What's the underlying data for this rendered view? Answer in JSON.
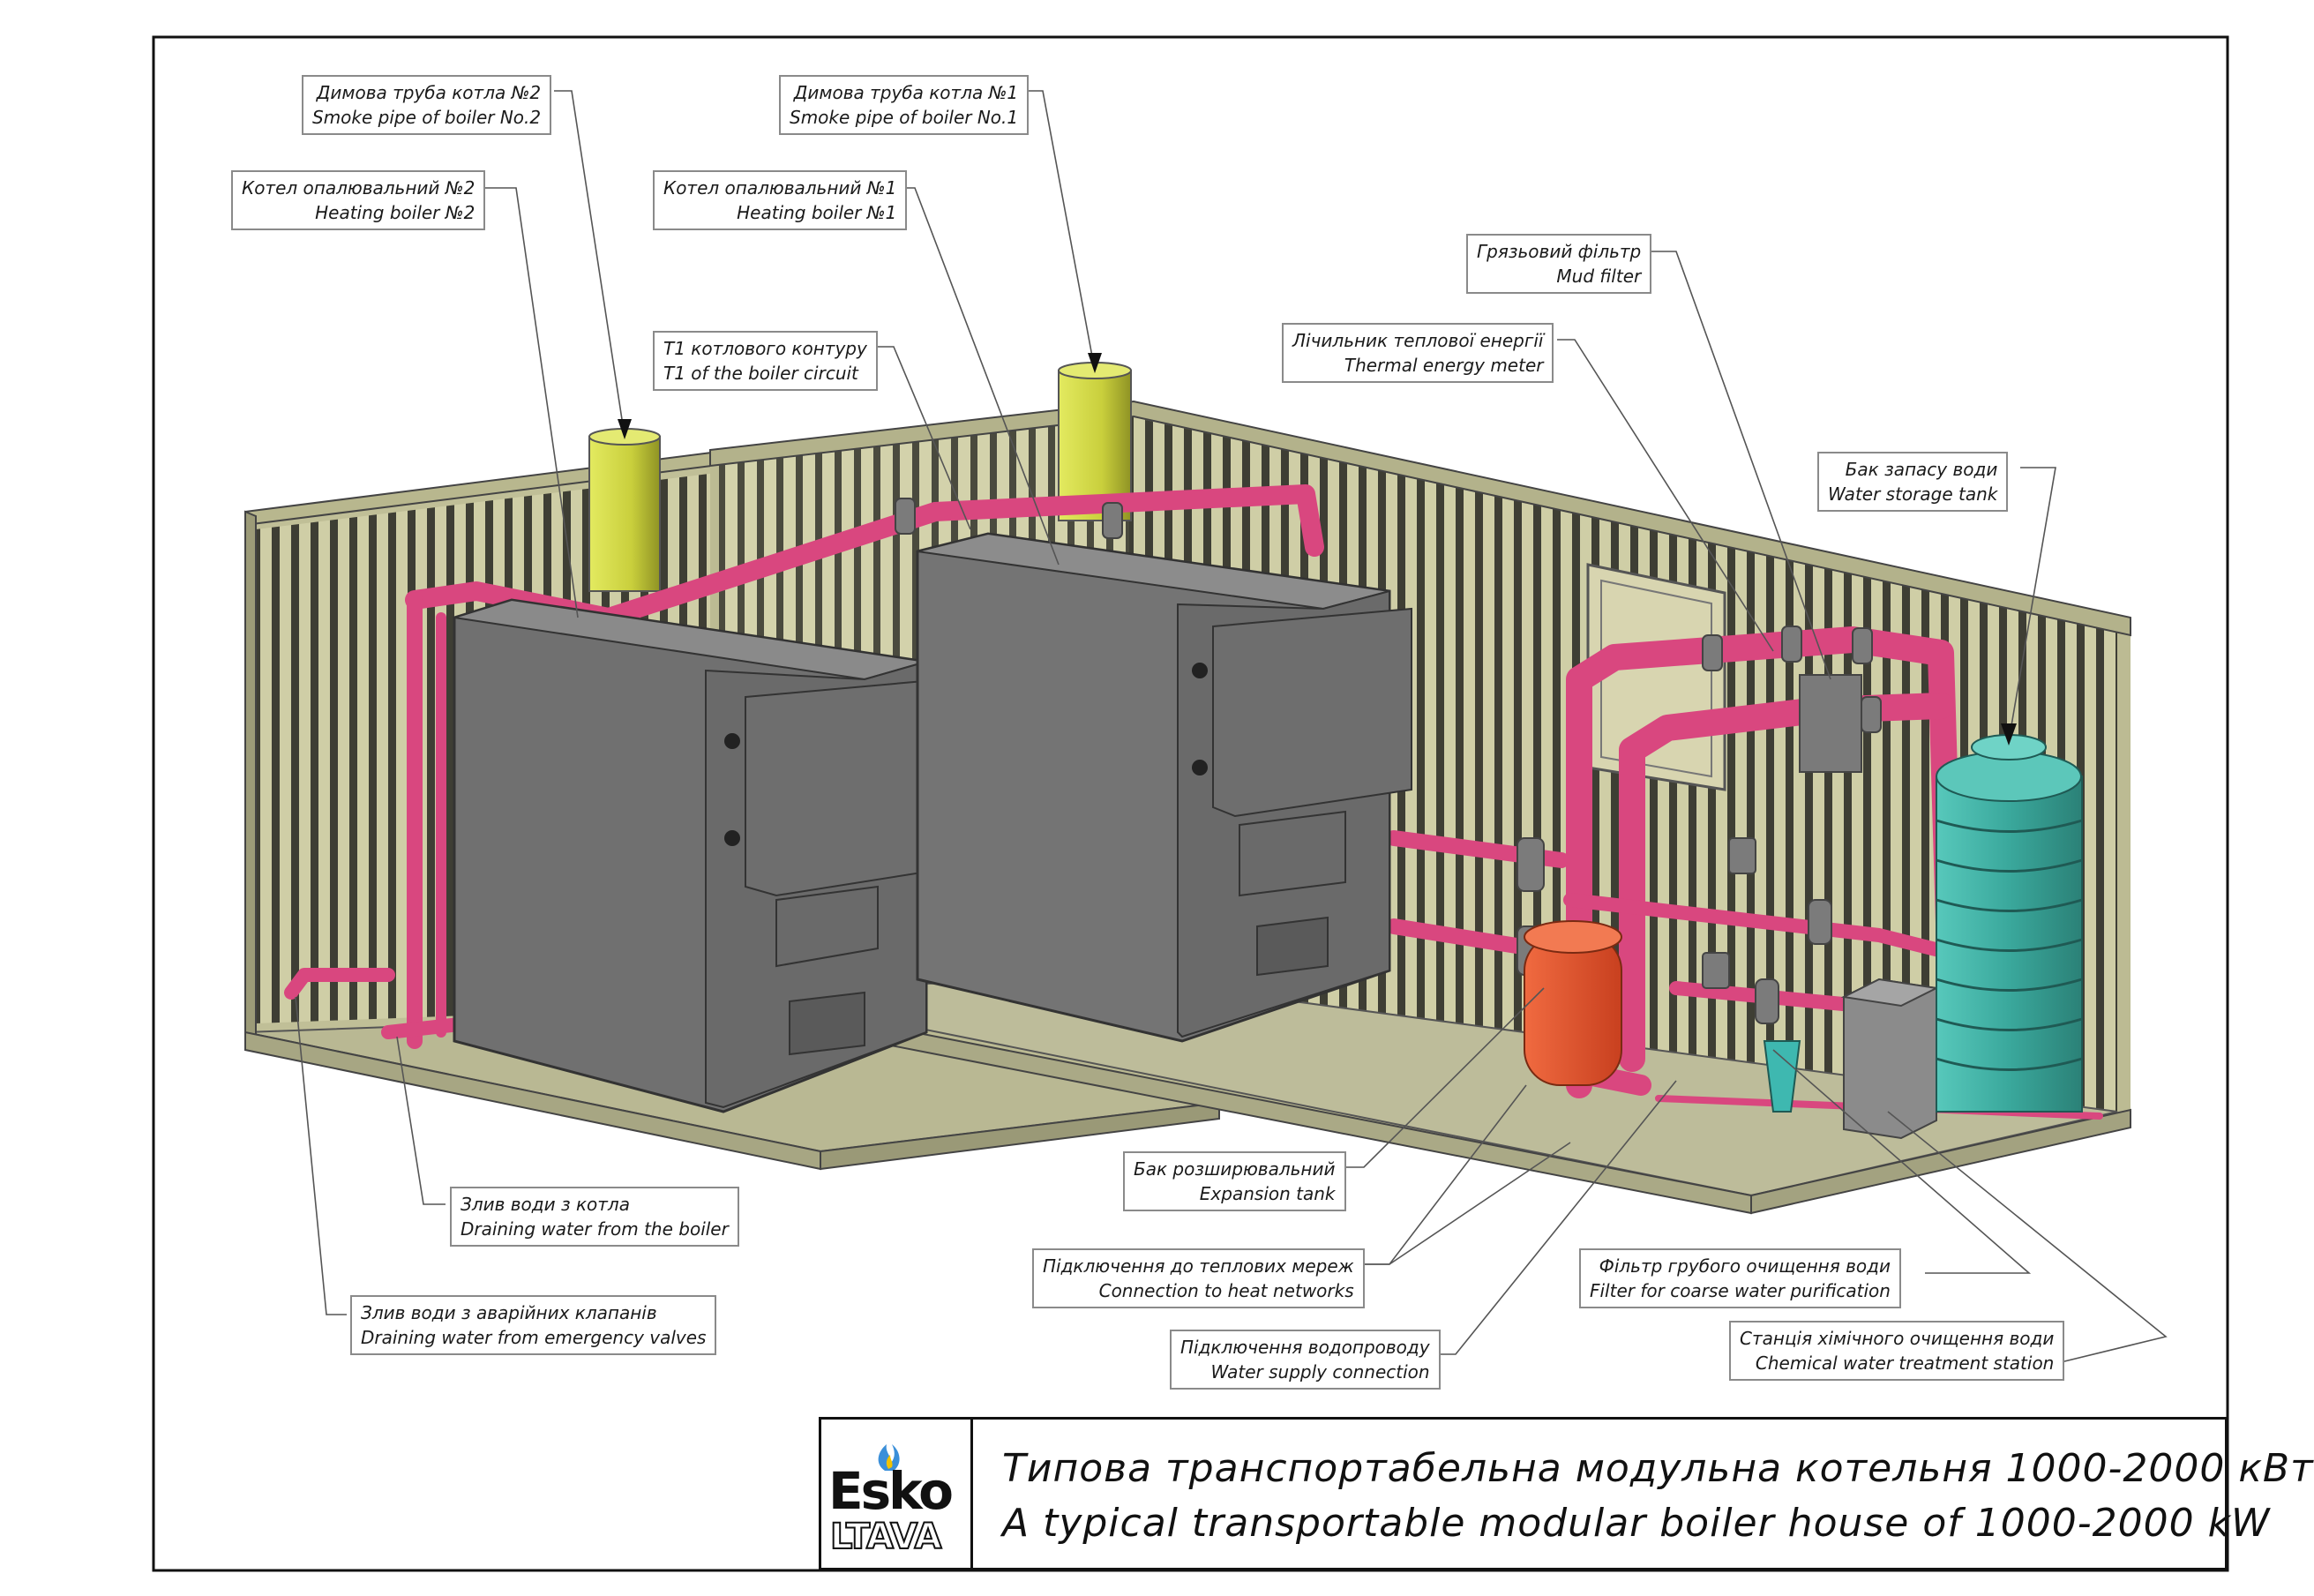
{
  "labels": {
    "smoke2": {
      "ua": "Димова труба котла №2",
      "en": "Smoke pipe of boiler No.2"
    },
    "smoke1": {
      "ua": "Димова труба котла №1",
      "en": "Smoke pipe of boiler No.1"
    },
    "boiler2": {
      "ua": "Котел опалювальний №2",
      "en": "Heating boiler №2"
    },
    "boiler1": {
      "ua": "Котел опалювальний №1",
      "en": "Heating boiler №1"
    },
    "t1": {
      "ua": "T1 котлового контуру",
      "en": "T1 of the boiler circuit"
    },
    "mud": {
      "ua": "Грязьовий фільтр",
      "en": "Mud filter"
    },
    "meter": {
      "ua": "Лічильник теплової енергії",
      "en": "Thermal energy meter"
    },
    "storage": {
      "ua": "Бак запасу води",
      "en": "Water storage tank"
    },
    "expansion": {
      "ua": "Бак розширювальний",
      "en": "Expansion tank"
    },
    "heatnet": {
      "ua": "Підключення до теплових мереж",
      "en": "Connection to heat networks"
    },
    "watersupply": {
      "ua": "Підключення водопроводу",
      "en": "Water supply connection"
    },
    "coarse": {
      "ua": "Фільтр грубого очищення води",
      "en": "Filter for coarse water purification"
    },
    "chemical": {
      "ua": "Станція хімічного очищення води",
      "en": "Chemical water treatment station"
    },
    "drainboiler": {
      "ua": "Злив води з котла",
      "en": "Draining water from the boiler"
    },
    "drainvalves": {
      "ua": "Злив води з аварійних клапанів",
      "en": "Draining water from emergency valves"
    }
  },
  "title": {
    "ua": "Типова транспортабельна модульна котельня 1000-2000 кВт",
    "en": "A typical transportable modular boiler house of 1000-2000 kW"
  },
  "logo": {
    "brand": "Esko",
    "sub": "LTAVA"
  },
  "colors": {
    "pipe": "#d9477f",
    "boiler": "#6b6b6b",
    "chimney": "#d2d94a",
    "wall": "#c8c79e",
    "floor": "#b7b79a",
    "expansion_tank": "#e8522e",
    "storage_tank": "#3fb3a6"
  }
}
